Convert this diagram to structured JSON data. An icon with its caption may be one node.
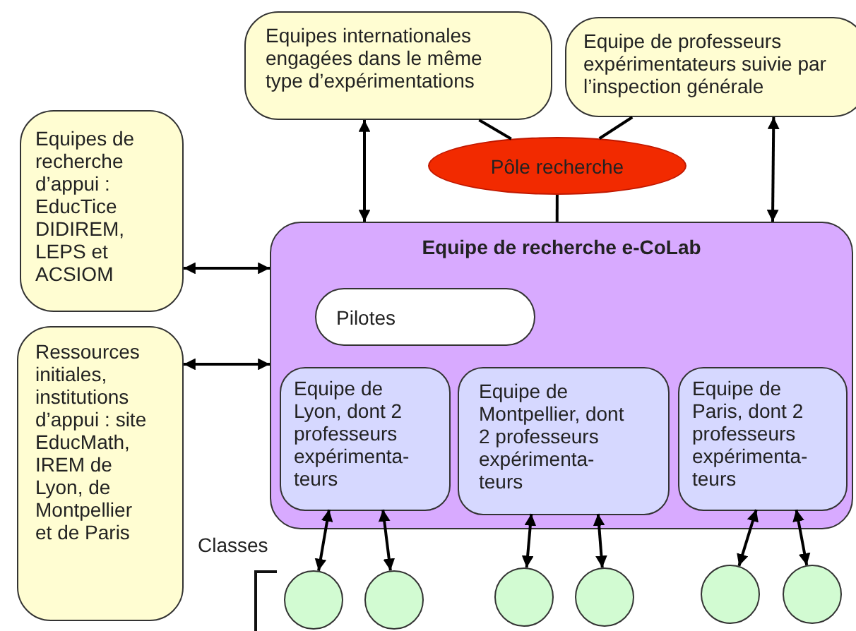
{
  "diagram": {
    "nodes": [
      {
        "text": [
          "Equipes internationales engagées dans le même type d’expérimentations"
        ]
      },
      {
        "text": [
          "Equipe de professeurs expérimentateurs suivie par l’inspection générale"
        ]
      },
      {
        "text": [
          "Pôle recherche"
        ]
      },
      {
        "text": [
          "Equipes de recherche d’appui : EducTice DIDIREM, LEPS et ACSIOM"
        ]
      },
      {
        "text": [
          "Ressources initiales, institutions d’appui : site EducMath, IREM de Lyon, de Montpellier et de Paris"
        ]
      },
      {
        "text": [
          "Equipe de recherche e-CoLab"
        ]
      },
      {
        "text": [
          "Pilotes"
        ],
        "in": 5
      },
      {
        "text": [
          "Equipe de Lyon, dont 2 professeurs expérimenta-teurs"
        ],
        "in": 5
      },
      {
        "text": [
          "Equipe de Montpellier, dont 2 professeurs expérimenta-teurs"
        ],
        "in": 5
      },
      {
        "text": [
          "Equipe de Paris, dont 2 professeurs expérimenta-teurs"
        ],
        "in": 5
      },
      {
        "text": [],
        "shape": "circle"
      },
      {
        "text": [],
        "shape": "circle"
      },
      {
        "text": [],
        "shape": "circle"
      },
      {
        "text": [],
        "shape": "circle"
      },
      {
        "text": [],
        "shape": "circle"
      },
      {
        "text": [],
        "shape": "circle"
      }
    ],
    "edges": [
      {
        "from": 0,
        "to": 5,
        "arrow": "both"
      },
      {
        "from": 1,
        "to": 5,
        "arrow": "both"
      },
      {
        "from": 2,
        "to": 0,
        "arrow": "none"
      },
      {
        "from": 2,
        "to": 1,
        "arrow": "none"
      },
      {
        "from": 2,
        "to": 5,
        "arrow": "none"
      },
      {
        "from": 3,
        "to": 5,
        "arrow": "both"
      },
      {
        "from": 4,
        "to": 5,
        "arrow": "both"
      },
      {
        "from": 7,
        "to": 10,
        "arrow": "both"
      },
      {
        "from": 7,
        "to": 11,
        "arrow": "both"
      },
      {
        "from": 8,
        "to": 12,
        "arrow": "both"
      },
      {
        "from": 8,
        "to": 13,
        "arrow": "both"
      },
      {
        "from": 9,
        "to": 14,
        "arrow": "both"
      },
      {
        "from": 9,
        "to": 15,
        "arrow": "both"
      }
    ],
    "labels": [
      "Classes"
    ]
  }
}
